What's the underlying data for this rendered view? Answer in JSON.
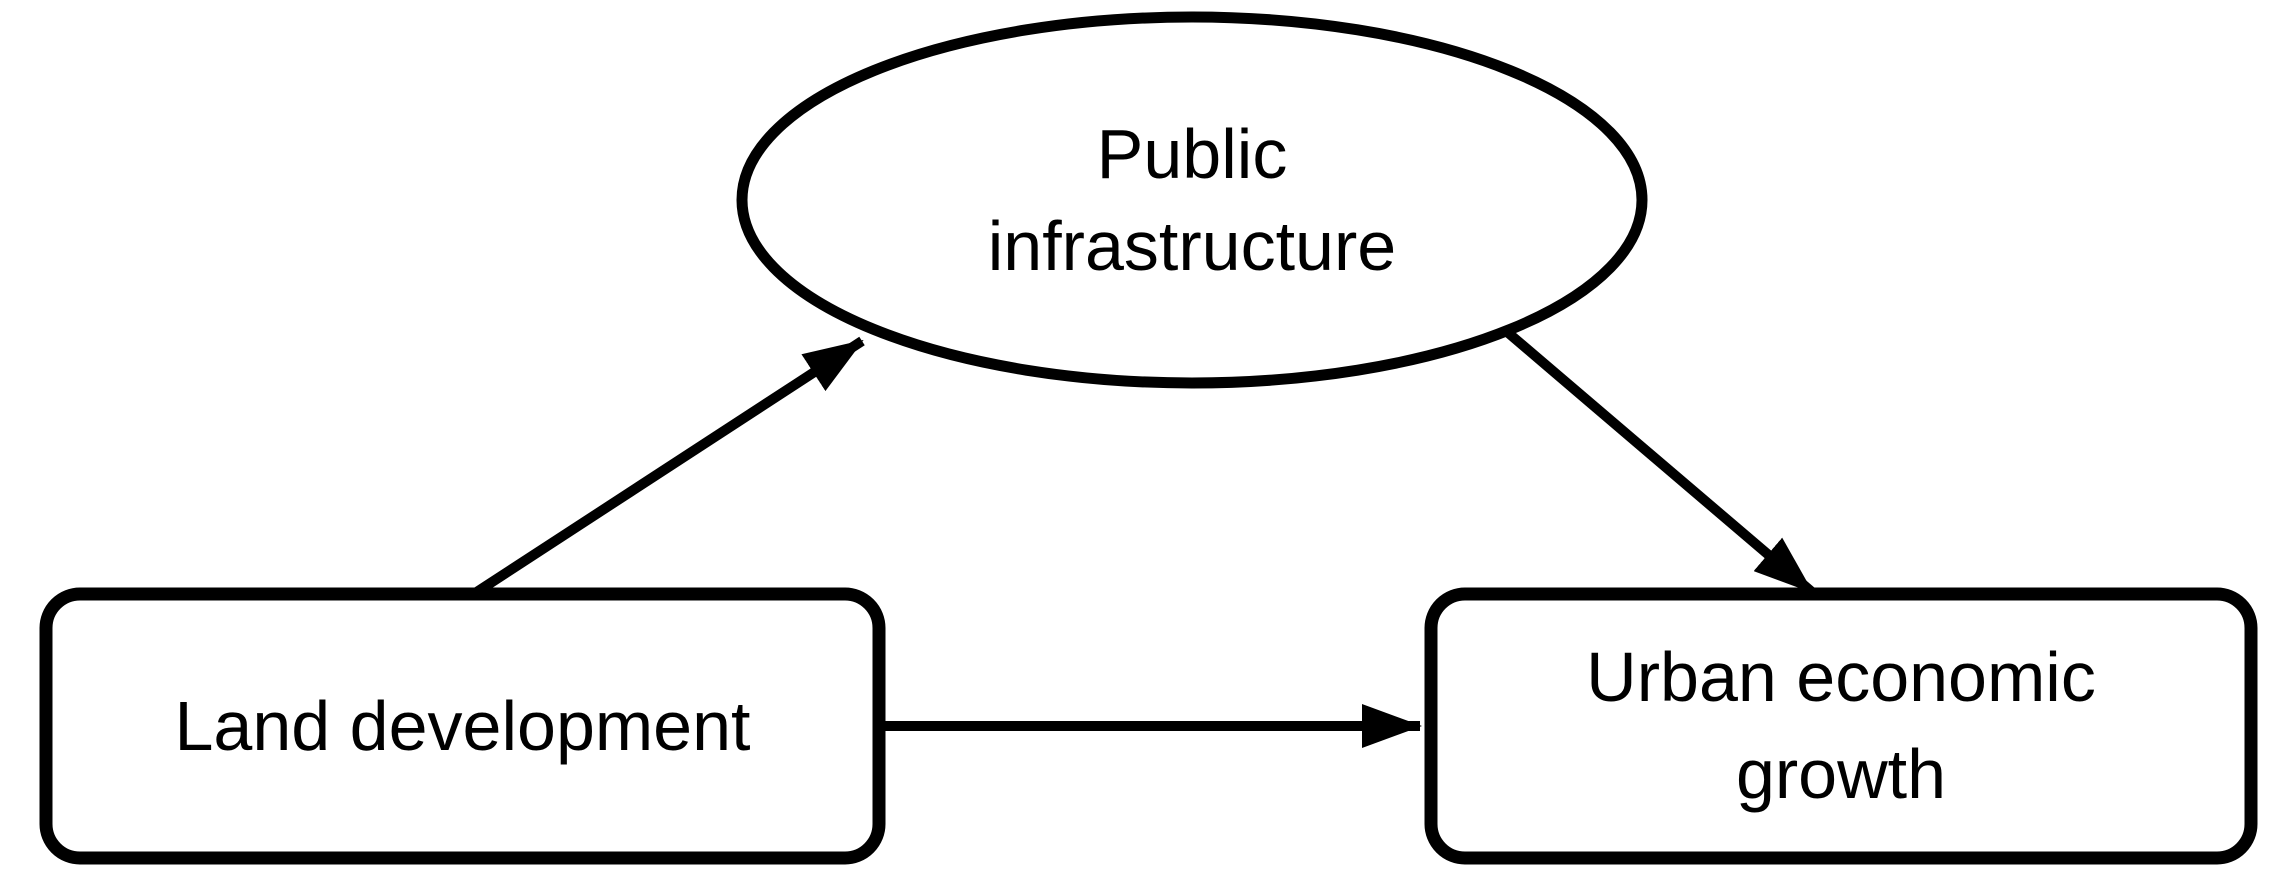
{
  "colors": {
    "stroke": "#000000",
    "fill": "#ffffff",
    "text": "#000000",
    "background": "#ffffff"
  },
  "diagram": {
    "type": "path-diagram",
    "nodes": {
      "mediator": {
        "shape": "ellipse",
        "label": "Public infrastructure",
        "lines": [
          "Public",
          "infrastructure"
        ]
      },
      "source": {
        "shape": "rounded-rectangle",
        "label": "Land development",
        "lines": [
          "Land development"
        ]
      },
      "outcome": {
        "shape": "rounded-rectangle",
        "label": "Urban economic growth",
        "lines": [
          "Urban economic",
          "growth"
        ]
      }
    },
    "edges": [
      {
        "from": "Land development",
        "to": "Public infrastructure",
        "style": "arrow"
      },
      {
        "from": "Public infrastructure",
        "to": "Urban economic growth",
        "style": "arrow"
      },
      {
        "from": "Land development",
        "to": "Urban economic growth",
        "style": "arrow"
      }
    ]
  }
}
